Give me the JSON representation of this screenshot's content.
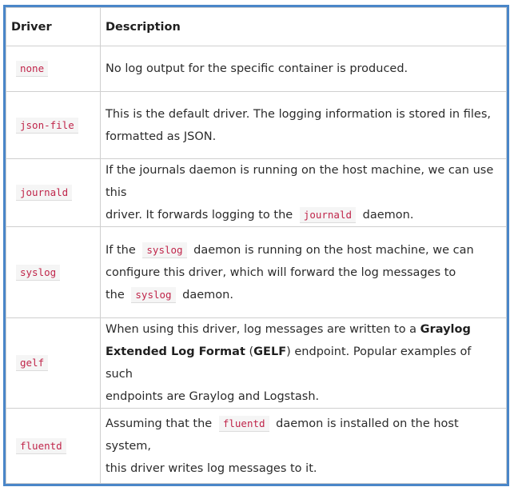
{
  "header": {
    "col1": "Driver",
    "col2": "Description"
  },
  "rows": [
    {
      "driver": "none",
      "desc": {
        "text": "No log output for the specific container is produced."
      }
    },
    {
      "driver": "json-file",
      "desc": {
        "p1": "This is the default driver. The logging information is stored in files,",
        "p2": "formatted as JSON."
      }
    },
    {
      "driver": "journald",
      "desc": {
        "p1": "If the journals daemon is running on the host machine, we can use this",
        "p2": "driver. It forwards logging to the",
        "code": "journald",
        "p3": "daemon."
      }
    },
    {
      "driver": "syslog",
      "desc": {
        "p1": "If the",
        "code1": "syslog",
        "p2": "daemon is running on the host machine, we can",
        "p3": "configure this driver, which will forward the log messages to",
        "p4": "the",
        "code2": "syslog",
        "p5": "daemon."
      }
    },
    {
      "driver": "gelf",
      "desc": {
        "p1": "When using this driver, log messages are written to a",
        "b1": "Graylog",
        "b2": "Extended Log Format",
        "p2": "(",
        "b3": "GELF",
        "p3": ") endpoint. Popular examples of such",
        "p4": "endpoints are Graylog and Logstash."
      }
    },
    {
      "driver": "fluentd",
      "desc": {
        "p1": "Assuming that the",
        "code": "fluentd",
        "p2": "daemon is installed on the host system,",
        "p3": "this driver writes log messages to it."
      }
    }
  ]
}
